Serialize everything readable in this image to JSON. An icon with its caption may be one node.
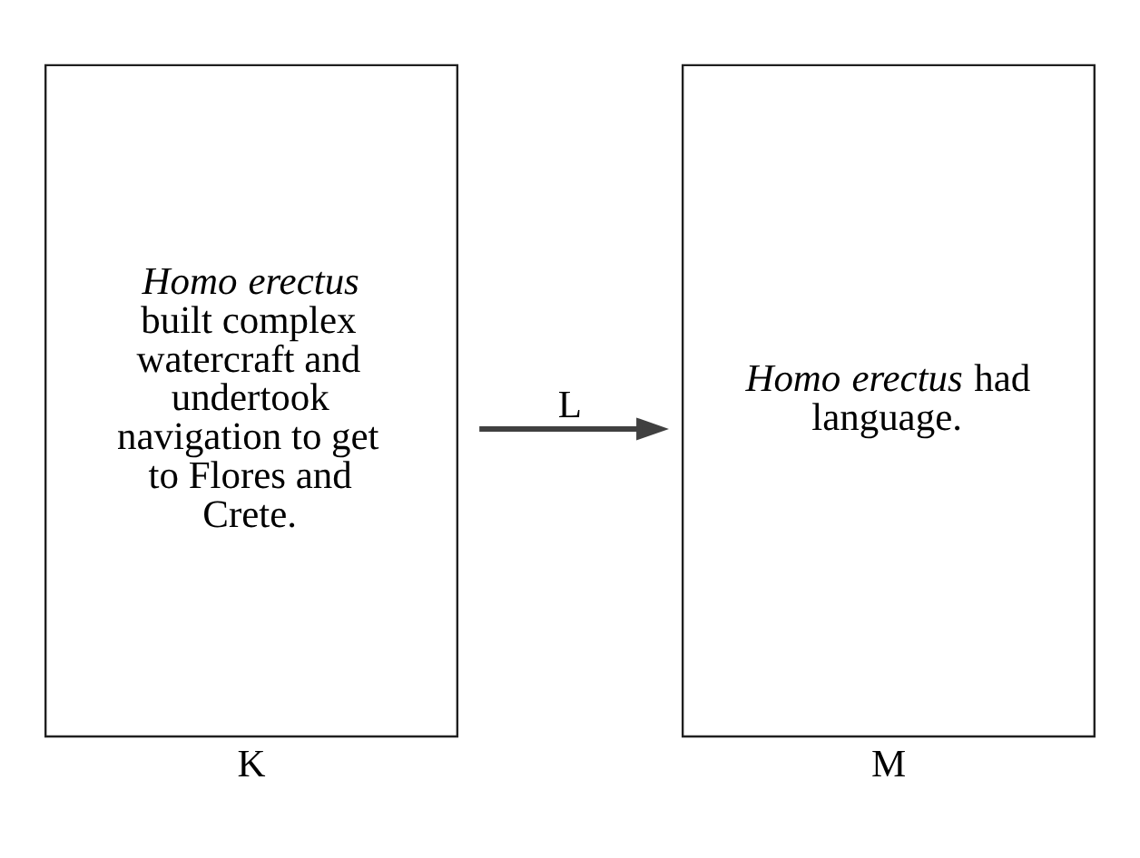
{
  "diagram": {
    "nodes": [
      {
        "text": [
          "*Homo erectus* built complex watercraft and undertook navigation to get to Flores and Crete."
        ],
        "beside": [
          "K"
        ]
      },
      {
        "text": [
          "*Homo erectus* had language."
        ],
        "beside": [
          "M"
        ]
      }
    ],
    "edges": [
      {
        "from": 0,
        "to": 1,
        "arrow": "to",
        "label": "L"
      }
    ]
  }
}
